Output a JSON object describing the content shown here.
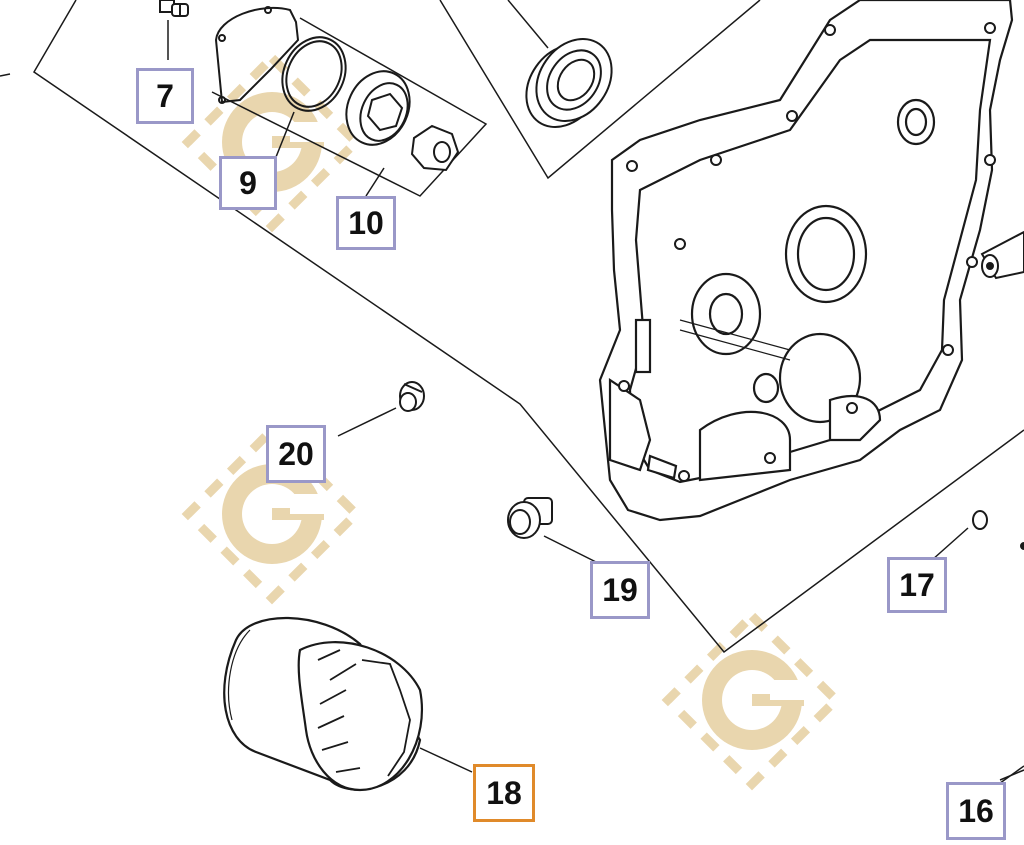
{
  "callouts": [
    {
      "id": "7",
      "label": "7"
    },
    {
      "id": "9",
      "label": "9"
    },
    {
      "id": "10",
      "label": "10"
    },
    {
      "id": "20",
      "label": "20"
    },
    {
      "id": "19",
      "label": "19"
    },
    {
      "id": "17",
      "label": "17"
    },
    {
      "id": "18",
      "label": "18",
      "highlighted": true
    },
    {
      "id": "16",
      "label": "16"
    }
  ],
  "colors": {
    "callout_border": "#9a98c8",
    "callout_highlight_border": "#e08a2a",
    "watermark": "#e9d6ae",
    "line": "#1a1a1a"
  }
}
